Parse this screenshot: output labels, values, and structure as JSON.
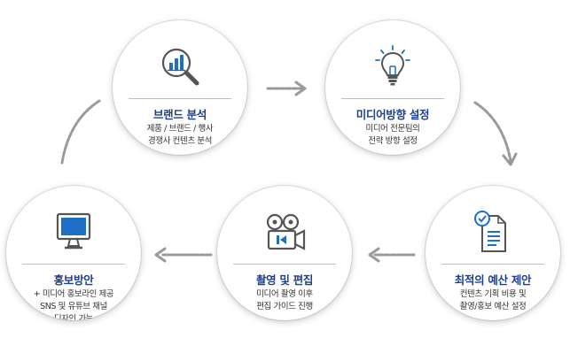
{
  "steps": [
    {
      "title": "브랜드 분석",
      "desc": [
        "제품 / 브랜드 / 행사",
        "경쟁사 컨텐츠 분석"
      ],
      "icon": "magnifier-chart-icon"
    },
    {
      "title": "미디어방향 설정",
      "desc": [
        "미디어 전문팀의",
        "전략 방향 설정"
      ],
      "icon": "lightbulb-icon"
    },
    {
      "title": "최적의 예산 제안",
      "desc": [
        "컨텐츠 기획 비용 및",
        "촬영/홍보 예산 설정"
      ],
      "icon": "checklist-document-icon"
    },
    {
      "title": "촬영 및 편집",
      "desc": [
        "미디어 촬영 이후",
        "편집 가이드 진행"
      ],
      "icon": "video-camera-icon"
    },
    {
      "title": "홍보방안",
      "desc": [
        "+ 미디어 홍보라인 제공",
        "SNS 및 유튜브 채널",
        "디자인 가능"
      ],
      "icon": "monitor-icon"
    }
  ],
  "colors": {
    "title": "#1d3f8f",
    "icon_blue": "#1f6fc6",
    "arrow": "#9a9a9a"
  }
}
